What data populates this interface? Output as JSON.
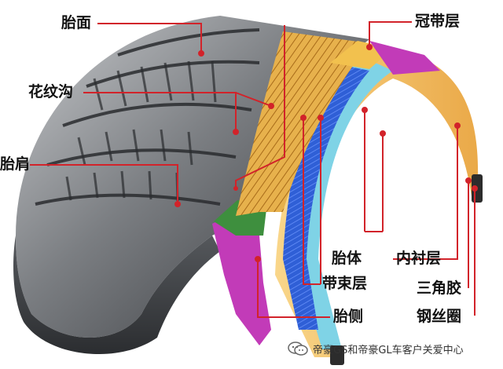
{
  "labels": {
    "tread": "胎面",
    "tread_groove": "花纹沟",
    "shoulder": "胎肩",
    "cap_ply": "冠带层",
    "carcass": "胎体",
    "inner_liner": "内衬层",
    "apex": "三角胶",
    "bead_wire": "钢丝圈",
    "belt": "带束层",
    "sidewall": "胎侧"
  },
  "watermark": {
    "text": "帝豪GS和帝豪GL车客户关爱中心",
    "icon": "wechat-icon"
  },
  "colors": {
    "leader": "#d2232a",
    "rubber_dark": "#3a3c40",
    "rubber_mid": "#6e7175",
    "rubber_light": "#b9bbbe",
    "cap_ply": "#e8b24a",
    "belt": "#d9a23a",
    "carcass_blue": "#2f5fd6",
    "carcass_cyan": "#7fd3e6",
    "inner_liner": "#f4c36a",
    "sidewall_magenta": "#c23bb8",
    "green": "#3e8f3e"
  }
}
